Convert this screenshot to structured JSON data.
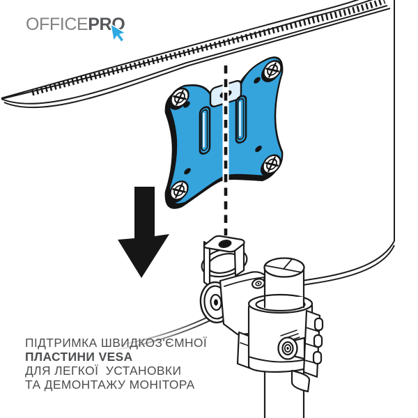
{
  "brand": {
    "name_part1": "OFFICE",
    "name_part2": "PRO",
    "colors": {
      "part1": "#7F8184",
      "part2": "#55575B",
      "cursor": "#2FA9E1"
    }
  },
  "caption": {
    "color": "#4B4D4F",
    "lines": [
      {
        "text": "ПІДТРИМКА ШВИДКОЗ'ЄМНОЇ",
        "bold": false
      },
      {
        "text": "ПЛАСТИНИ VESA",
        "bold": true
      },
      {
        "text": "ДЛЯ ЛЕГКОЇ  УСТАНОВКИ",
        "bold": false
      },
      {
        "text": "ТА ДЕМОНТАЖУ МОНІТОРА",
        "bold": false
      }
    ]
  },
  "illustration": {
    "colors": {
      "plate_blue": "#35A3DC",
      "line": "#1B1B1B",
      "arrow": "#161616",
      "tab_light": "#DCEFFA"
    },
    "parts": {
      "monitor": "monitor-back-panel",
      "vents": "vent-strip",
      "plate": "vesa-quick-release-plate",
      "arrow": "down-arrow-icon",
      "dashed_line": "alignment-dashed-line",
      "bracket": "quick-release-bracket",
      "joint": "tilt-joint",
      "pole": "mounting-pole",
      "clamp": "pole-clamp",
      "knob": "clamp-knob"
    }
  }
}
